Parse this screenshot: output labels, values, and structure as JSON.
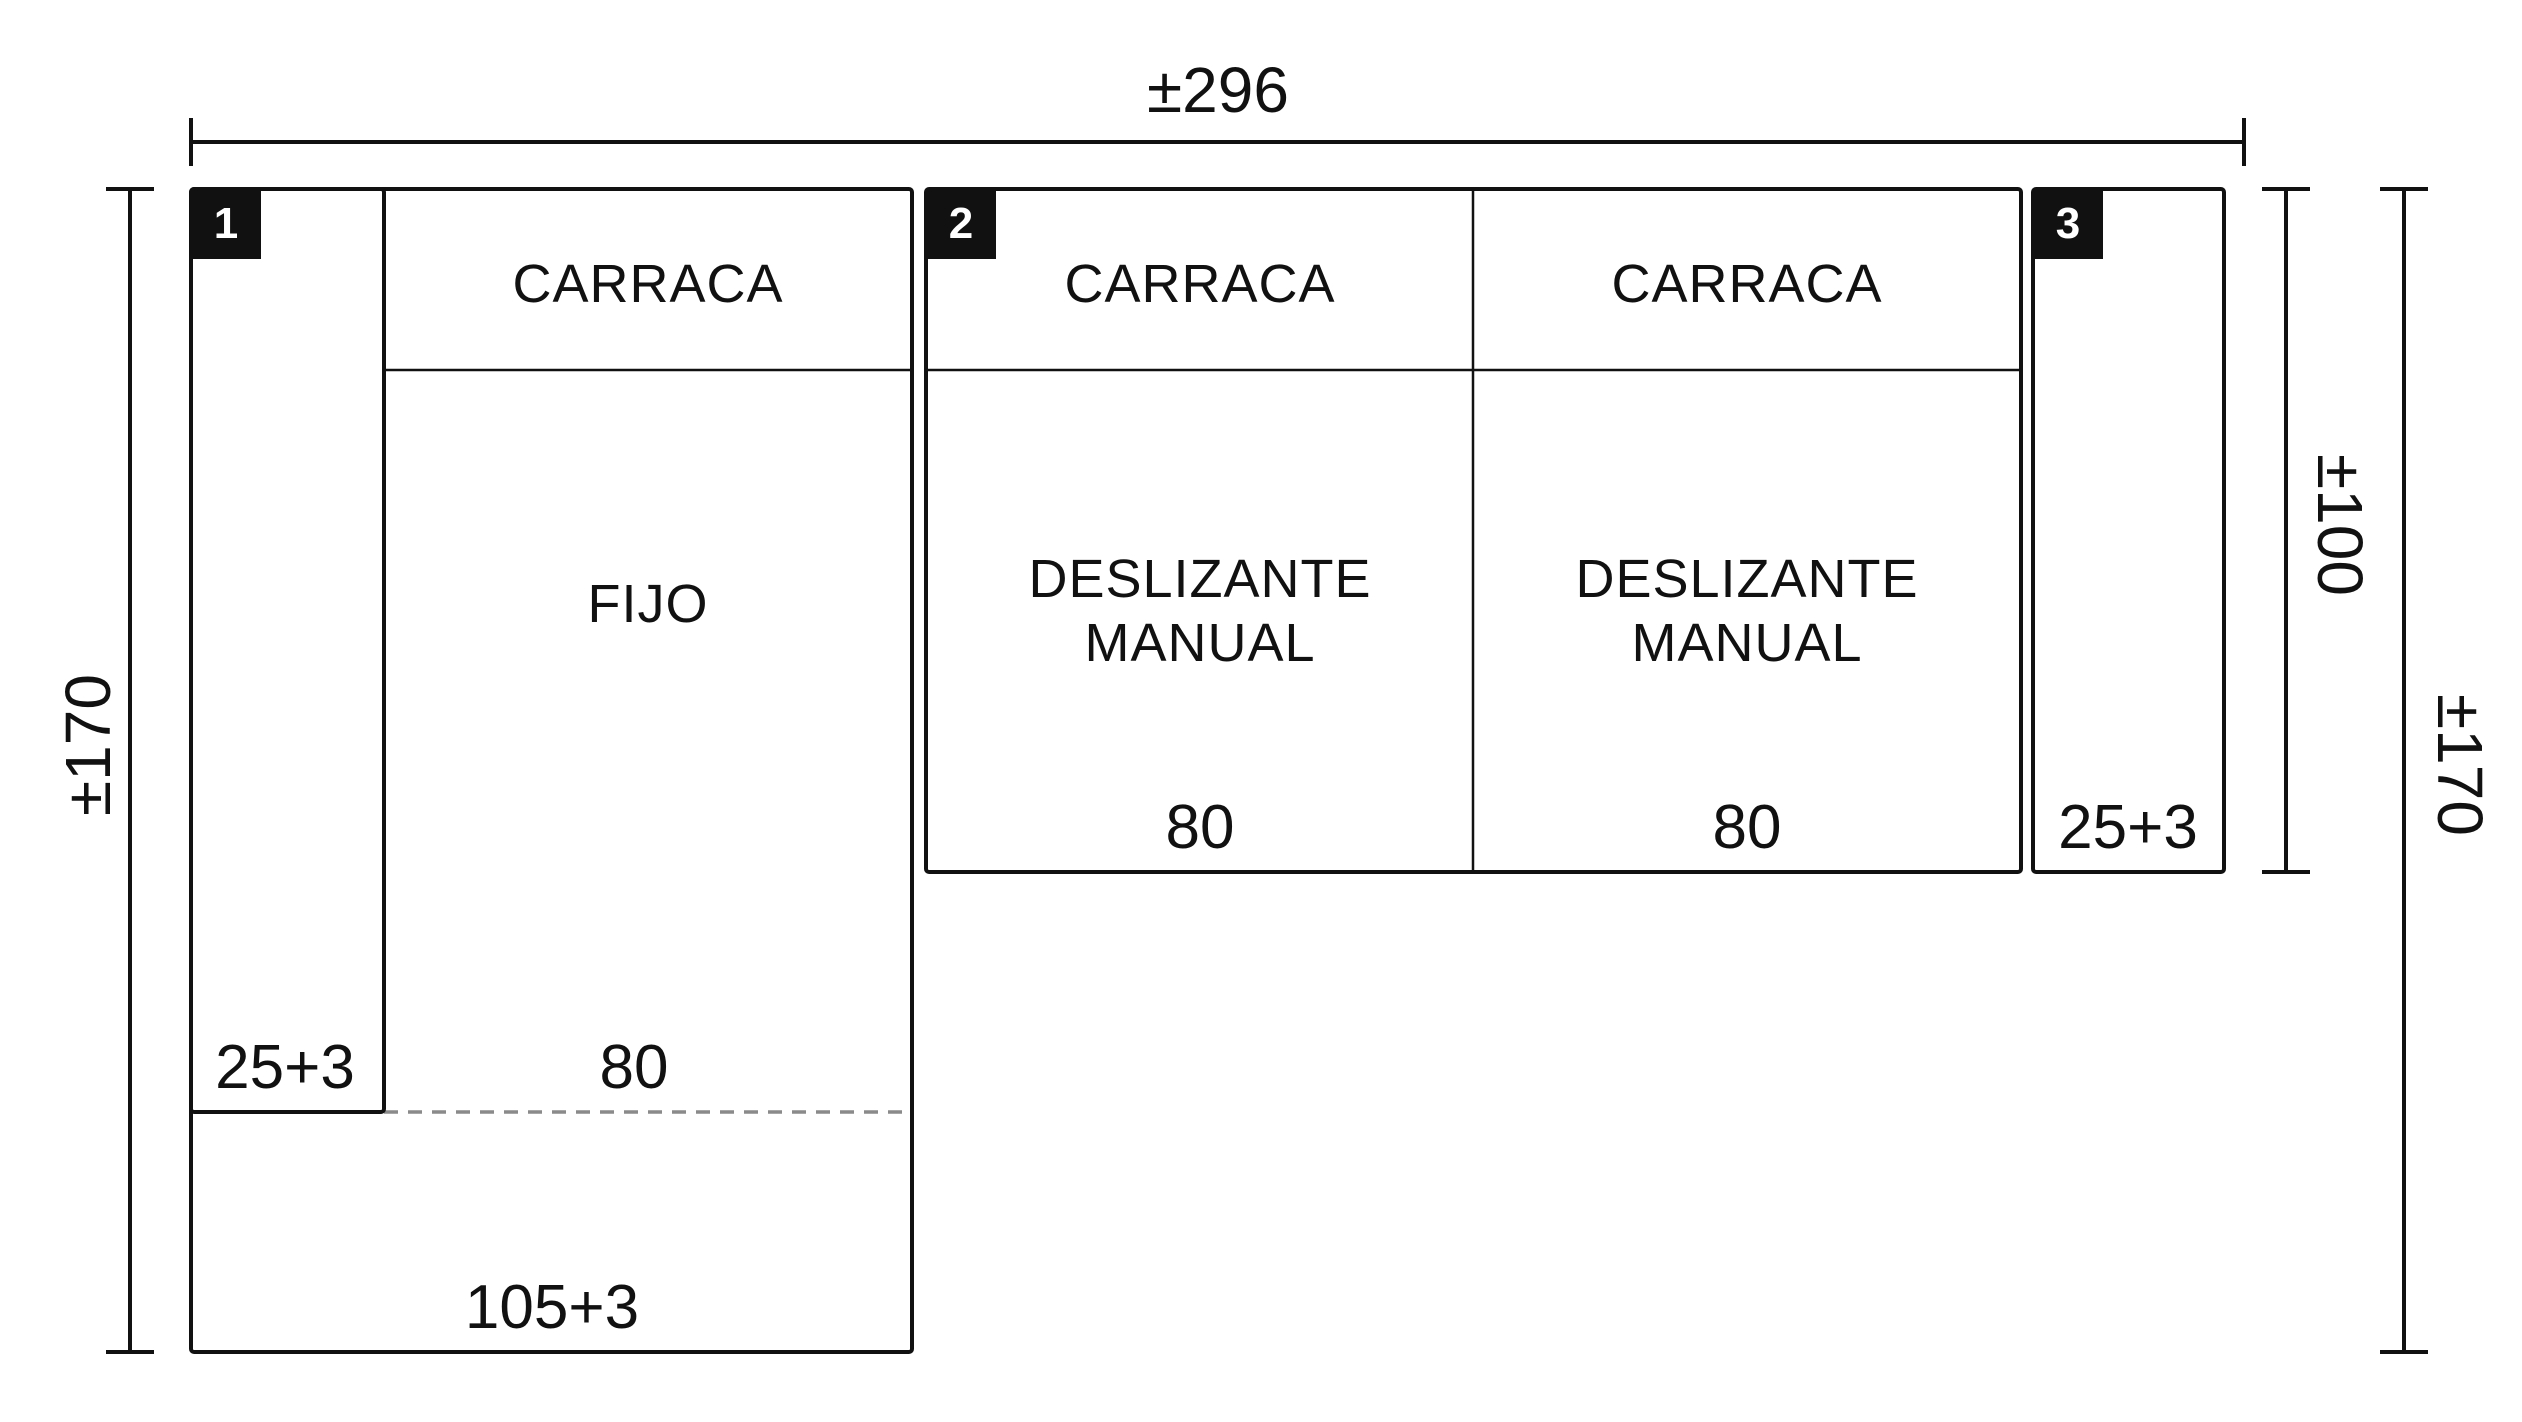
{
  "dimensions": {
    "total_width": "±296",
    "left_height": "±170",
    "right_inner_height": "±100",
    "right_outer_height": "±170"
  },
  "module1": {
    "badge": "1",
    "armrest_width": "25+3",
    "mechanism_top": "CARRACA",
    "seat_type": "FIJO",
    "seat_width": "80",
    "chaise_width": "105+3"
  },
  "module2": {
    "badge": "2",
    "seat_a": {
      "mechanism_top": "CARRACA",
      "seat_type_line1": "DESLIZANTE",
      "seat_type_line2": "MANUAL",
      "width": "80"
    },
    "seat_b": {
      "mechanism_top": "CARRACA",
      "seat_type_line1": "DESLIZANTE",
      "seat_type_line2": "MANUAL",
      "width": "80"
    }
  },
  "module3": {
    "badge": "3",
    "armrest_width": "25+3"
  },
  "colors": {
    "stroke": "#111111",
    "seat_fill": "#f4f4f4",
    "armrest_fill": "#e4e4e4",
    "badge_fill": "#111111",
    "dashed_line": "#8a8a8a"
  }
}
